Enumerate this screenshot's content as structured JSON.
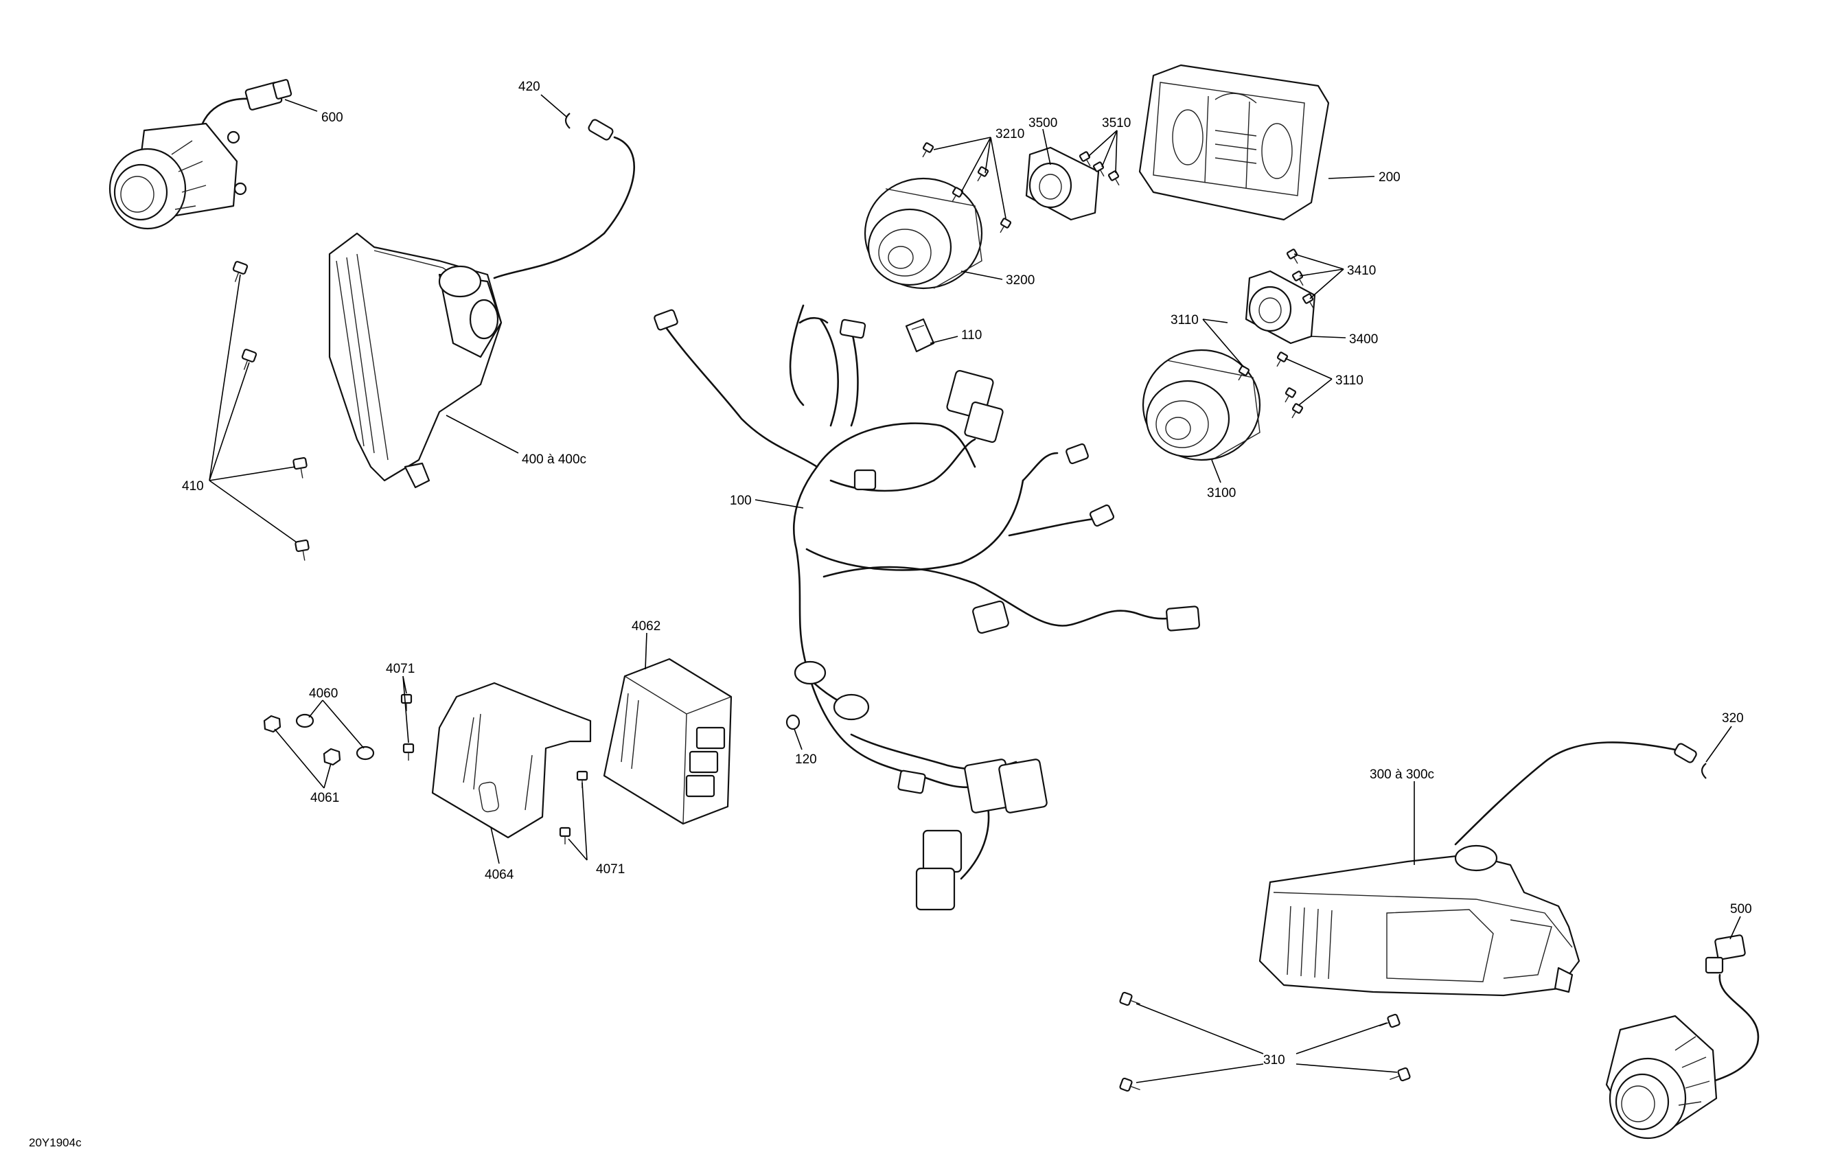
{
  "labels": {
    "l100": "100",
    "l110": "110",
    "l120": "120",
    "l200": "200",
    "l300": "300 à 300c",
    "l310": "310",
    "l320": "320",
    "l400": "400 à 400c",
    "l410": "410",
    "l420": "420",
    "l500": "500",
    "l600": "600",
    "l3100": "3100",
    "l3110a": "3110",
    "l3110b": "3110",
    "l3200": "3200",
    "l3210": "3210",
    "l3400": "3400",
    "l3410": "3410",
    "l3500": "3500",
    "l3510": "3510",
    "l4060": "4060",
    "l4061": "4061",
    "l4062": "4062",
    "l4064": "4064",
    "l4071a": "4071",
    "l4071b": "4071"
  },
  "drawing_ref": "20Y1904c"
}
